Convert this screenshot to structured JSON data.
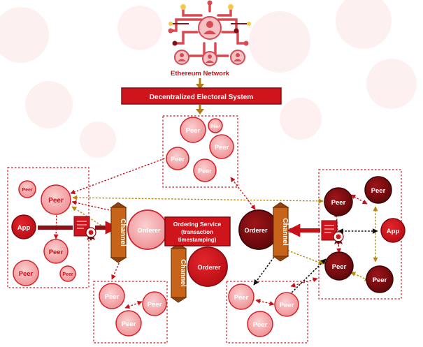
{
  "network": {
    "title": "Ethereum Network"
  },
  "system": {
    "title": "Decentralized Electoral System"
  },
  "ordering": {
    "line1": "Ordering Service",
    "line2": "(transaction",
    "line3": "timestamping)"
  },
  "labels": {
    "peer": "Peer",
    "app": "App",
    "orderer": "Orderer",
    "channel": "Channel"
  },
  "colors": {
    "red": "#c81018",
    "dark_red": "#6d0a0d",
    "peer_fill": "#f3a0a3",
    "peer_stroke": "#d2222a",
    "orange": "#c8641a",
    "brown_arrow": "#b8860b"
  }
}
